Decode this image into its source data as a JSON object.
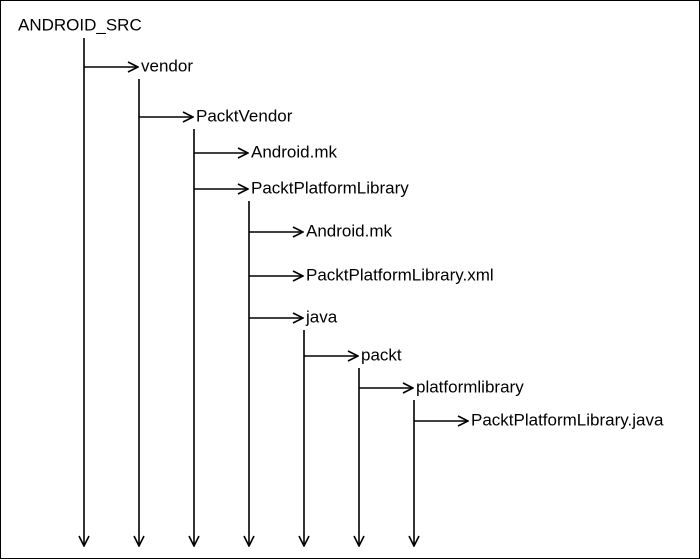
{
  "diagram": {
    "type": "directory-tree",
    "line_color": "#000000",
    "root": "ANDROID_SRC",
    "nodes": [
      {
        "id": "root",
        "label": "ANDROID_SRC",
        "parent": null
      },
      {
        "id": "vendor",
        "label": "vendor",
        "parent": "root"
      },
      {
        "id": "packtvendor",
        "label": "PacktVendor",
        "parent": "vendor"
      },
      {
        "id": "vendor-android-mk",
        "label": "Android.mk",
        "parent": "packtvendor"
      },
      {
        "id": "packtplatformlibrary",
        "label": "PacktPlatformLibrary",
        "parent": "packtvendor"
      },
      {
        "id": "lib-android-mk",
        "label": "Android.mk",
        "parent": "packtplatformlibrary"
      },
      {
        "id": "lib-xml",
        "label": "PacktPlatformLibrary.xml",
        "parent": "packtplatformlibrary"
      },
      {
        "id": "java",
        "label": "java",
        "parent": "packtplatformlibrary"
      },
      {
        "id": "packt",
        "label": "packt",
        "parent": "java"
      },
      {
        "id": "platformlibrary",
        "label": "platformlibrary",
        "parent": "packt"
      },
      {
        "id": "lib-java",
        "label": "PacktPlatformLibrary.java",
        "parent": "platformlibrary"
      }
    ]
  }
}
